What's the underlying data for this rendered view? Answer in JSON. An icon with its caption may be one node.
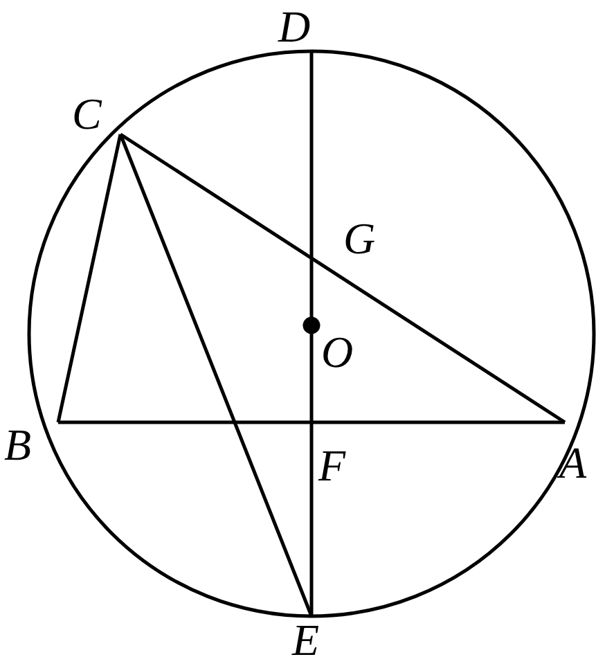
{
  "diagram": {
    "labels": [
      "D",
      "C",
      "G",
      "O",
      "B",
      "A",
      "F",
      "E"
    ]
  }
}
